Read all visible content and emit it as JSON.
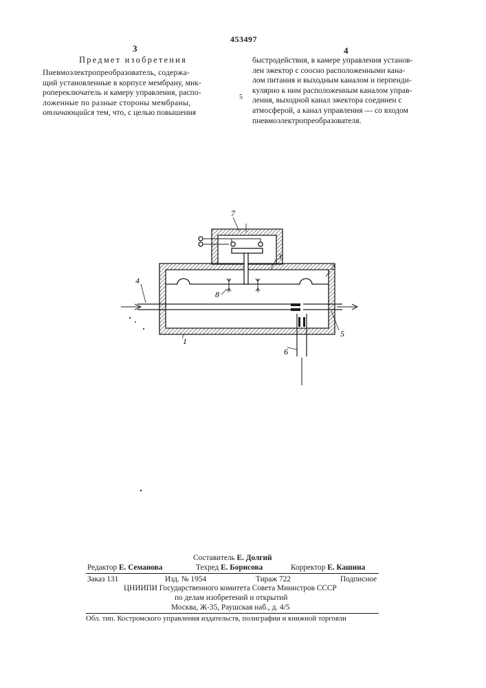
{
  "patent_number": "453497",
  "left_column": {
    "page_number": "3",
    "section_title": "Предмет изобретения",
    "lines": [
      "Пневмоэлектропреобразователь, содержа-",
      "щий установленные в корпусе мембрану, мик-",
      "ропереключатель и камеру управления, распо-",
      "ложенные по разные стороны мембраны,"
    ],
    "last_line_italic": "отличающийся",
    "last_line_rest": "тем, что, с целью повышения"
  },
  "line_marker": "5",
  "right_column": {
    "page_number": "4",
    "lines": [
      "быстродействия, в камере управления установ-",
      "лен эжектор с соосно расположенными кана-",
      "лом питания и выходным каналом и перпенди-",
      "кулярно к ним расположенным каналом управ-",
      "ления, выходной канал эжектора соединен с",
      "атмосферой, а канал управления — со входом",
      "пневмоэлектропреобразователя."
    ]
  },
  "figure_labels": {
    "l1": "1",
    "l2": "2",
    "l3": "3",
    "l4": "4",
    "l5": "5",
    "l6": "6",
    "l7": "7",
    "l8": "8"
  },
  "footer": {
    "compiler_label": "Составитель",
    "compiler_name": "Е. Долгий",
    "editor_label": "Редактор",
    "editor_name": "Е. Семанова",
    "techred_label": "Техред",
    "techred_name": "Е. Борисова",
    "corrector_label": "Корректор",
    "corrector_name": "Е. Кашина",
    "order": "Заказ 131",
    "izd": "Изд. № 1954",
    "tirazh": "Тираж 722",
    "podpisnoe": "Подписное",
    "org_line1": "ЦНИИПИ Государственного комитета Совета Министров СССР",
    "org_line2": "по делам изобретений и открытий",
    "org_line3": "Москва, Ж-35, Раушская наб., д. 4/5",
    "printer": "Обл. тип. Костромского управления издательств, полиграфии и книжной торговли"
  }
}
